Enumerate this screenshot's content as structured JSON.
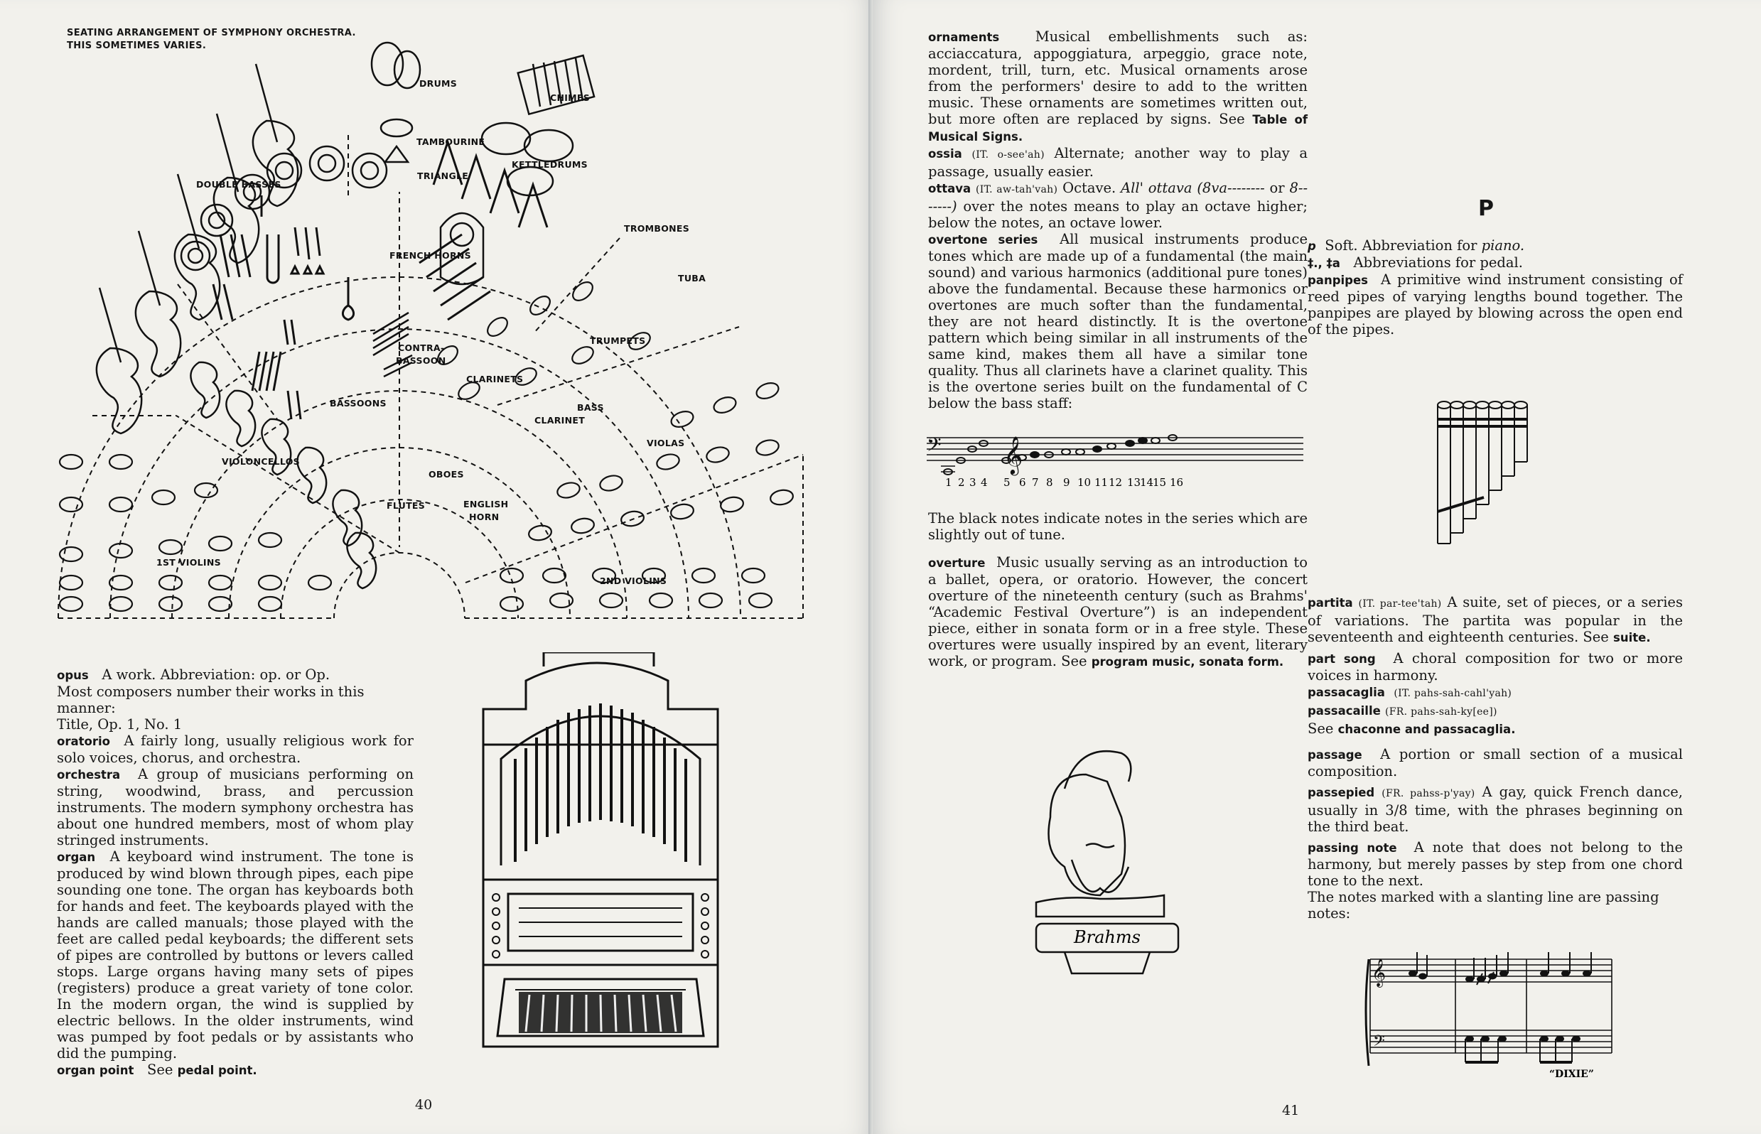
{
  "left_page": {
    "diagram_caption": [
      "SEATING ARRANGEMENT OF SYMPHONY ORCHESTRA.",
      "THIS SOMETIMES VARIES."
    ],
    "sections": {
      "drums": "DRUMS",
      "chimes": "CHIMES",
      "tambourine": "TAMBOURINE",
      "triangle": "TRIANGLE",
      "kettledrums": "KETTLEDRUMS",
      "double_basses": "DOUBLE BASSES",
      "trombones": "TROMBONES",
      "french_horns": "FRENCH HORNS",
      "tuba": "TUBA",
      "contra_bassoon_1": "CONTRA-",
      "contra_bassoon_2": "BASSOON",
      "trumpets": "TRUMPETS",
      "clarinets": "CLARINETS",
      "bassoons": "BASSOONS",
      "bass_clarinet_1": "BASS",
      "bass_clarinet_2": "CLARINET",
      "violas": "VIOLAS",
      "oboes": "OBOES",
      "violoncellos": "VIOLONCELLOS",
      "english_horn_1": "ENGLISH",
      "english_horn_2": "HORN",
      "flutes": "FLUTES",
      "first_violins": "1ST VIOLINS",
      "second_violins": "2ND VIOLINS"
    },
    "entries": {
      "opus_head": "opus",
      "opus_text": "A work. Abbreviation: op. or Op.",
      "opus_line2": "Most composers number their works in this manner:",
      "opus_line3": "Title, Op. 1, No. 1",
      "oratorio_head": "oratorio",
      "oratorio_text": "A fairly long, usually religious work for solo voices, chorus, and orchestra.",
      "orchestra_head": "orchestra",
      "orchestra_text": "A group of musicians performing on string, woodwind, brass, and percussion instruments. The modern symphony orchestra has about one hundred members, most of whom play stringed instruments.",
      "organ_head": "organ",
      "organ_text": "A keyboard wind instrument. The tone is produced by wind blown through pipes, each pipe sounding one tone. The organ has keyboards both for hands and feet. The keyboards played with the hands are called manuals; those played with the feet are called pedal keyboards; the different sets of pipes are controlled by buttons or levers called stops. Large organs having many sets of pipes (registers) produce a great variety of tone color. In the modern organ, the wind is supplied by electric bellows. In the older instruments, wind was pumped by foot pedals or by assistants who did the pumping.",
      "organ_point_head": "organ point",
      "organ_point_text": "See",
      "organ_point_ref": "pedal point."
    },
    "page_number": "40"
  },
  "right_page": {
    "col1": {
      "ornaments_head": "ornaments",
      "ornaments_text": "Musical embellishments such as: acciaccatura, appoggiatura, arpeggio, grace note, mordent, trill, turn, etc. Musical ornaments arose from the performers' desire to add to the written music. These ornaments are sometimes written out, but more often are replaced by signs. See",
      "ornaments_ref": "Table of Musical Signs.",
      "ossia_head": "ossia",
      "ossia_lang": "(IT. o-see'ah)",
      "ossia_text": "Alternate; another way to play a passage, usually easier.",
      "ottava_head": "ottava",
      "ottava_lang": "(IT. aw-tah'vah)",
      "ottava_text1": "Octave.",
      "ottava_ital": "All' ottava",
      "ottava_sign": "(8va--------",
      "ottava_text2": "or",
      "ottava_sign2": "8-------)",
      "ottava_text3": "over the notes means to play an octave higher; below the notes, an octave lower.",
      "overtone_head": "overtone series",
      "overtone_text": "All musical instruments produce tones which are made up of a fundamental (the main sound) and various harmonics (additional pure tones) above the fundamental. Because these harmonics or overtones are much softer than the fundamental, they are not heard distinctly. It is the overtone pattern which being similar in all instruments of the same kind, makes them all have a similar tone quality. Thus all clarinets have a clarinet quality. This is the overtone series built on the fundamental of C below the bass staff:",
      "overtone_numbers": [
        "1",
        "2",
        "3",
        "4",
        "5",
        "6",
        "7",
        "8",
        "9",
        "10",
        "11",
        "12",
        "13",
        "14",
        "15",
        "16"
      ],
      "black_notes_text": "The black notes indicate notes in the series which are slightly out of tune.",
      "overture_head": "overture",
      "overture_text": "Music usually serving as an introduction to a ballet, opera, or oratorio. However, the concert overture of the nineteenth century (such as Brahms' “Academic Festival Overture”) is an independent piece, either in sonata form or in a free style. These overtures were usually inspired by an event, literary work, or program. See",
      "overture_ref": "program music, sonata form.",
      "bust_label": "Brahms"
    },
    "col2": {
      "section_letter": "P",
      "p_head": "p",
      "p_text": "Soft. Abbreviation for",
      "p_ital": "piano.",
      "ped_head": "‡., ‡a",
      "ped_text": "Abbreviations for pedal.",
      "panpipes_head": "panpipes",
      "panpipes_text": "A primitive wind instrument consisting of reed pipes of varying lengths bound together. The panpipes are played by blowing across the open end of the pipes.",
      "partita_head": "partita",
      "partita_lang": "(IT. par-tee'tah)",
      "partita_text": "A suite, set of pieces, or a series of variations. The partita was popular in the seventeenth and eighteenth centuries. See",
      "partita_ref": "suite.",
      "partsong_head": "part song",
      "partsong_text": "A choral composition for two or more voices in harmony.",
      "passacaglia_head": "passacaglia",
      "passacaglia_lang": "(IT. pahs-sah-cahl'yah)",
      "passacaille_head": "passacaille",
      "passacaille_lang": "(FR. pahs-sah-ky[ee])",
      "passacaglia_see": "See",
      "passacaglia_ref": "chaconne and passacaglia.",
      "passage_head": "passage",
      "passage_text": "A portion or small section of a musical composition.",
      "passepied_head": "passepied",
      "passepied_lang": "(FR. pahss-p'yay)",
      "passepied_text": "A gay, quick French dance, usually in 3/8 time, with the phrases beginning on the third beat.",
      "passingnote_head": "passing note",
      "passingnote_text": "A note that does not belong to the harmony, but merely passes by step from one chord tone to the next.",
      "passingnote_text2": "The notes marked with a slanting line are passing notes:",
      "dixie": "“DIXIE”"
    },
    "page_number": "41"
  }
}
